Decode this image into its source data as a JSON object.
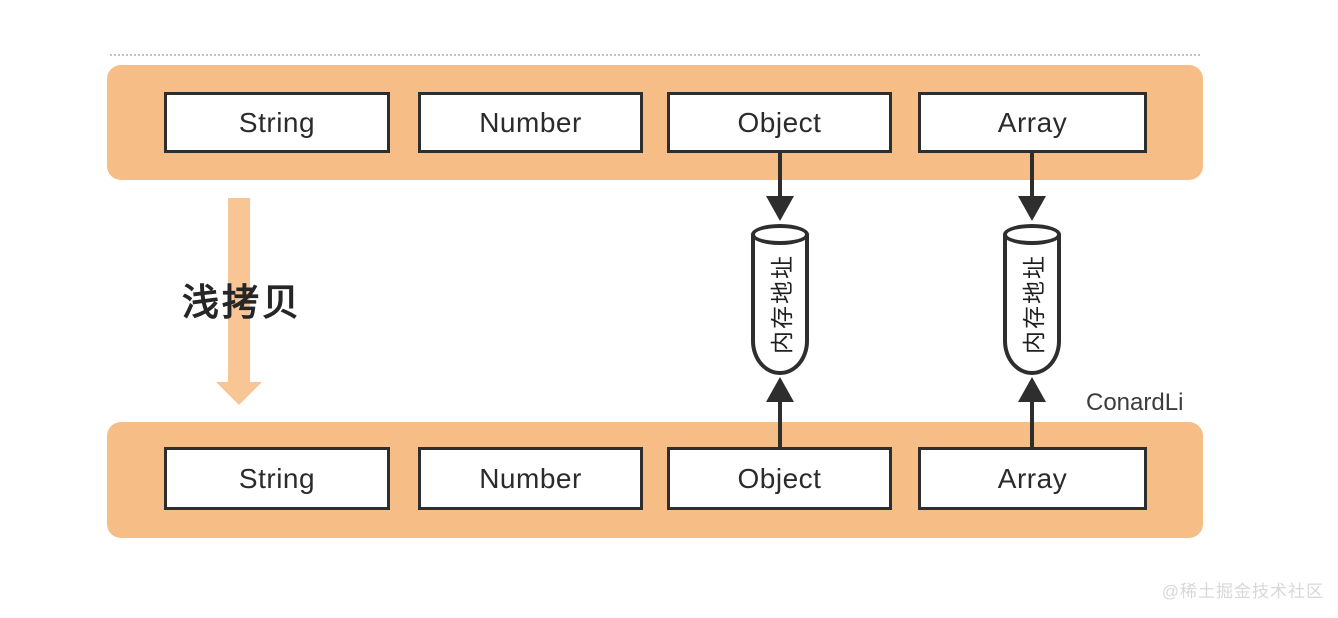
{
  "rows": {
    "top": {
      "items": [
        "String",
        "Number",
        "Object",
        "Array"
      ]
    },
    "bottom": {
      "items": [
        "String",
        "Number",
        "Object",
        "Array"
      ]
    }
  },
  "copy_arrow_label": "浅拷贝",
  "cylinders": {
    "left_label": "内存地址",
    "right_label": "内存地址"
  },
  "credit": "ConardLi",
  "watermark": "@稀土掘金技术社区",
  "colors": {
    "bar": "#F6BD86",
    "arrow": "#F7C694",
    "outline": "#2E2E2E",
    "box-bg": "#FFFFFF",
    "text": "#2B2B2B",
    "watermark": "#D8D8D8"
  }
}
